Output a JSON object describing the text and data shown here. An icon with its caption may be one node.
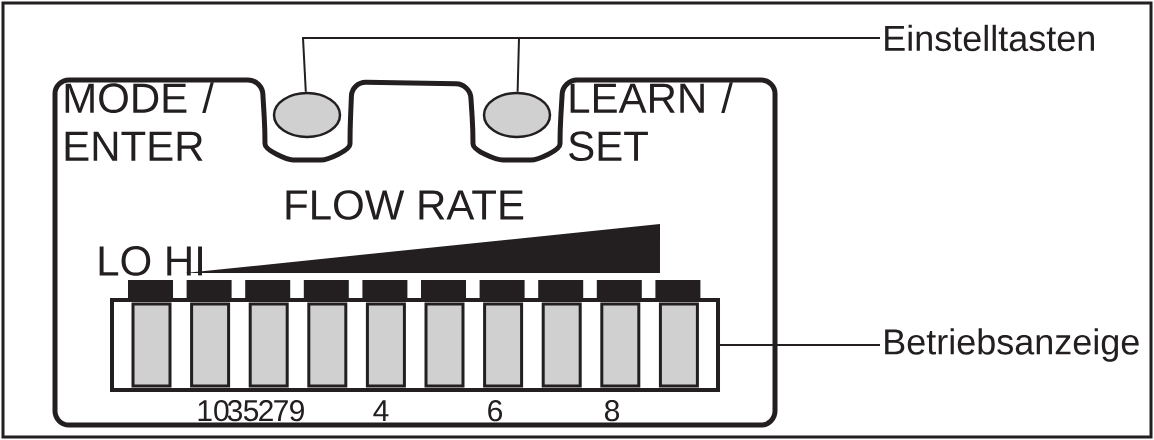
{
  "diagram": {
    "nodes": [
      {
        "text": [
          "Einstelltasten"
        ]
      },
      {
        "text": [],
        "shape": "ellipse"
      },
      {
        "text": [],
        "shape": "ellipse"
      },
      {
        "text": [
          "Betriebsanzeige"
        ]
      },
      {
        "text": [],
        "shape": "bar"
      }
    ],
    "edges": [
      {
        "from": 0,
        "to": 1,
        "arrow": "none"
      },
      {
        "from": 0,
        "to": 2,
        "arrow": "none"
      },
      {
        "from": 3,
        "to": 4,
        "arrow": "none"
      }
    ],
    "labels": [
      "MODE / ENTER",
      "LEARN / SET",
      "FLOW RATE",
      "LO HI",
      "10",
      "3",
      "5",
      "2",
      "7",
      "9",
      "4",
      "6",
      "8"
    ]
  }
}
